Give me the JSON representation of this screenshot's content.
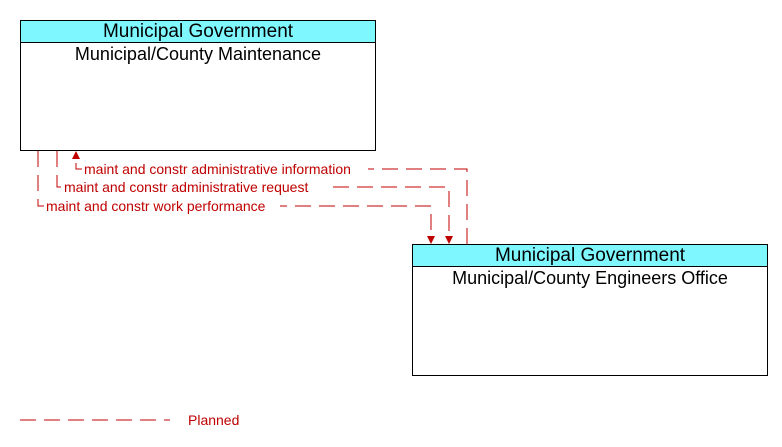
{
  "nodes": {
    "maintenance": {
      "group": "Municipal Government",
      "name": "Municipal/County Maintenance"
    },
    "engineers": {
      "group": "Municipal Government",
      "name": "Municipal/County Engineers Office"
    }
  },
  "flows": [
    {
      "label": "maint and constr administrative information",
      "from": "engineers",
      "to": "maintenance",
      "status": "Planned"
    },
    {
      "label": "maint and constr administrative request",
      "from": "maintenance",
      "to": "engineers",
      "status": "Planned"
    },
    {
      "label": "maint and constr work performance",
      "from": "maintenance",
      "to": "engineers",
      "status": "Planned"
    }
  ],
  "legend": {
    "planned_label": "Planned"
  },
  "colors": {
    "header": "#7ff7ff",
    "planned_flow": "#c00000"
  }
}
